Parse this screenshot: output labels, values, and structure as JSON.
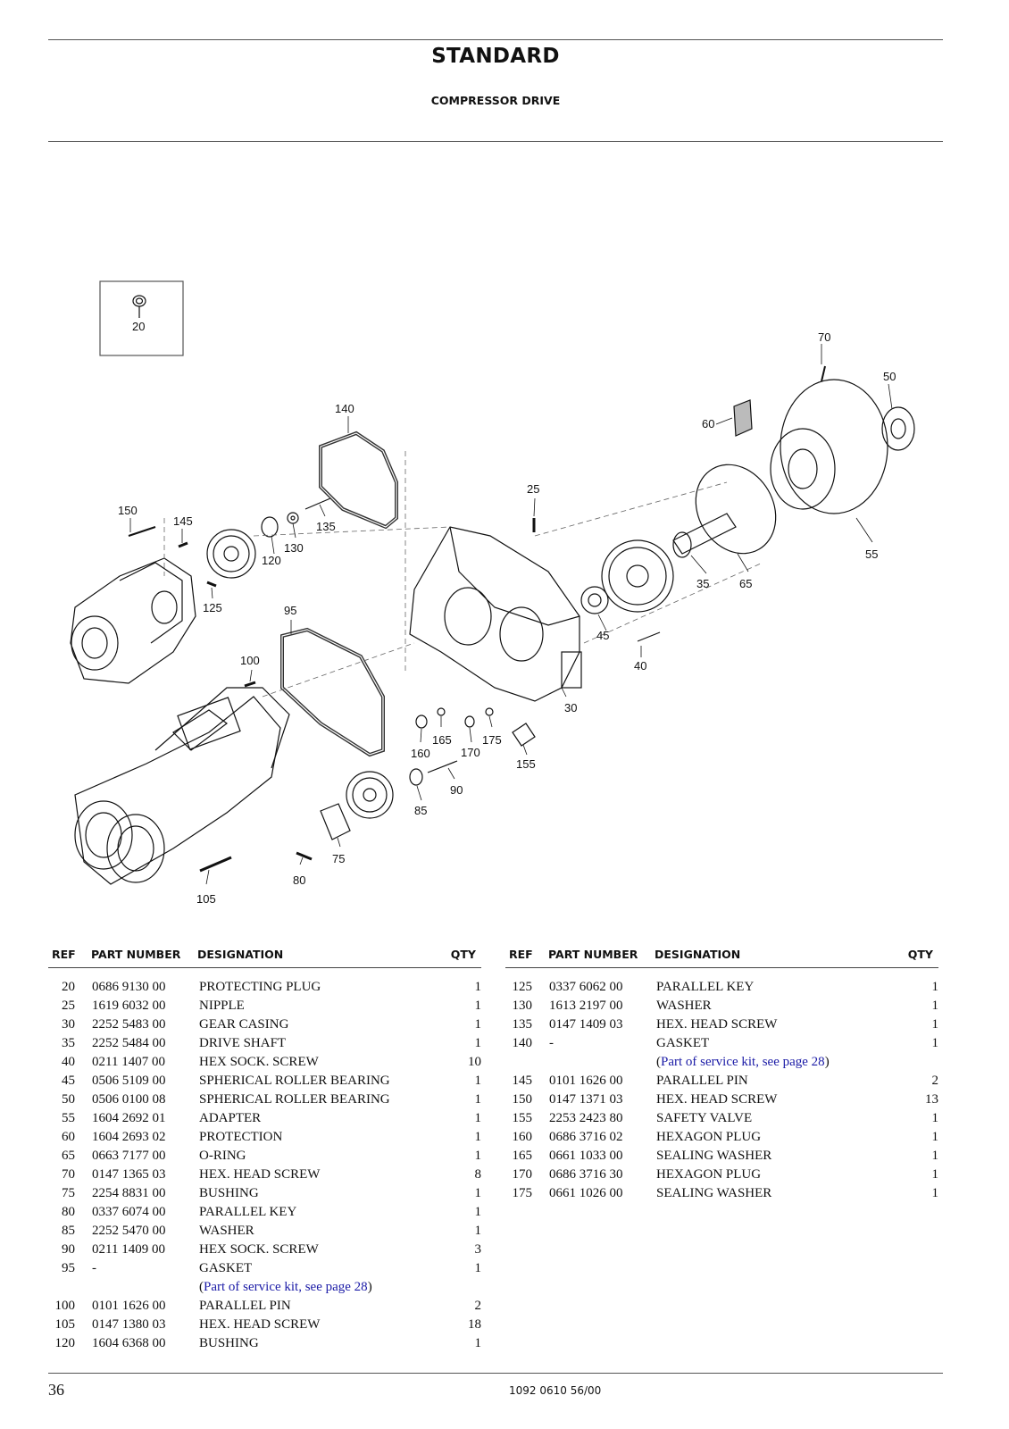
{
  "header": {
    "title": "STANDARD",
    "subtitle": "COMPRESSOR DRIVE"
  },
  "diagram": {
    "callouts": [
      "20",
      "25",
      "30",
      "35",
      "40",
      "45",
      "50",
      "55",
      "60",
      "65",
      "70",
      "75",
      "80",
      "85",
      "90",
      "95",
      "100",
      "105",
      "120",
      "125",
      "130",
      "135",
      "140",
      "145",
      "150",
      "155",
      "160",
      "165",
      "170",
      "175"
    ]
  },
  "table": {
    "columns": {
      "ref": "REF",
      "part_number": "PART NUMBER",
      "designation": "DESIGNATION",
      "qty": "QTY"
    },
    "left": [
      {
        "ref": "20",
        "pn": "0686 9130 00",
        "des": "PROTECTING PLUG",
        "qty": "1"
      },
      {
        "ref": "25",
        "pn": "1619 6032 00",
        "des": "NIPPLE",
        "qty": "1"
      },
      {
        "ref": "30",
        "pn": "2252 5483 00",
        "des": "GEAR CASING",
        "qty": "1"
      },
      {
        "ref": "35",
        "pn": "2252 5484 00",
        "des": "DRIVE SHAFT",
        "qty": "1"
      },
      {
        "ref": "40",
        "pn": "0211 1407 00",
        "des": "HEX SOCK. SCREW",
        "qty": "10"
      },
      {
        "ref": "45",
        "pn": "0506 5109 00",
        "des": "SPHERICAL ROLLER BEARING",
        "qty": "1"
      },
      {
        "ref": "50",
        "pn": "0506 0100 08",
        "des": "SPHERICAL ROLLER BEARING",
        "qty": "1"
      },
      {
        "ref": "55",
        "pn": "1604 2692 01",
        "des": "ADAPTER",
        "qty": "1"
      },
      {
        "ref": "60",
        "pn": "1604 2693 02",
        "des": "PROTECTION",
        "qty": "1"
      },
      {
        "ref": "65",
        "pn": "0663 7177 00",
        "des": "O-RING",
        "qty": "1"
      },
      {
        "ref": "70",
        "pn": "0147 1365 03",
        "des": "HEX. HEAD SCREW",
        "qty": "8"
      },
      {
        "ref": "75",
        "pn": "2254 8831 00",
        "des": "BUSHING",
        "qty": "1"
      },
      {
        "ref": "80",
        "pn": "0337 6074 00",
        "des": "PARALLEL KEY",
        "qty": "1"
      },
      {
        "ref": "85",
        "pn": "2252 5470 00",
        "des": "WASHER",
        "qty": "1"
      },
      {
        "ref": "90",
        "pn": "0211 1409 00",
        "des": "HEX SOCK. SCREW",
        "qty": "3"
      },
      {
        "ref": "95",
        "pn": "-",
        "des": "GASKET",
        "qty": "1"
      },
      {
        "ref": "",
        "pn": "",
        "des": "",
        "qty": "",
        "note": "Part of service kit, see page 28"
      },
      {
        "ref": "100",
        "pn": "0101 1626 00",
        "des": "PARALLEL PIN",
        "qty": "2"
      },
      {
        "ref": "105",
        "pn": "0147 1380 03",
        "des": "HEX. HEAD SCREW",
        "qty": "18"
      },
      {
        "ref": "120",
        "pn": "1604 6368 00",
        "des": "BUSHING",
        "qty": "1"
      }
    ],
    "right": [
      {
        "ref": "125",
        "pn": "0337 6062 00",
        "des": "PARALLEL KEY",
        "qty": "1"
      },
      {
        "ref": "130",
        "pn": "1613 2197 00",
        "des": "WASHER",
        "qty": "1"
      },
      {
        "ref": "135",
        "pn": "0147 1409 03",
        "des": "HEX. HEAD SCREW",
        "qty": "1"
      },
      {
        "ref": "140",
        "pn": "-",
        "des": "GASKET",
        "qty": "1"
      },
      {
        "ref": "",
        "pn": "",
        "des": "",
        "qty": "",
        "note": "Part of service kit, see page 28"
      },
      {
        "ref": "145",
        "pn": "0101 1626 00",
        "des": "PARALLEL PIN",
        "qty": "2"
      },
      {
        "ref": "150",
        "pn": "0147 1371 03",
        "des": "HEX. HEAD SCREW",
        "qty": "13"
      },
      {
        "ref": "155",
        "pn": "2253 2423 80",
        "des": "SAFETY VALVE",
        "qty": "1"
      },
      {
        "ref": "160",
        "pn": "0686 3716 02",
        "des": "HEXAGON PLUG",
        "qty": "1"
      },
      {
        "ref": "165",
        "pn": "0661 1033 00",
        "des": "SEALING WASHER",
        "qty": "1"
      },
      {
        "ref": "170",
        "pn": "0686 3716 30",
        "des": "HEXAGON PLUG",
        "qty": "1"
      },
      {
        "ref": "175",
        "pn": "0661 1026 00",
        "des": "SEALING WASHER",
        "qty": "1"
      }
    ]
  },
  "footer": {
    "page_number": "36",
    "doc_code": "1092 0610 56/00"
  }
}
